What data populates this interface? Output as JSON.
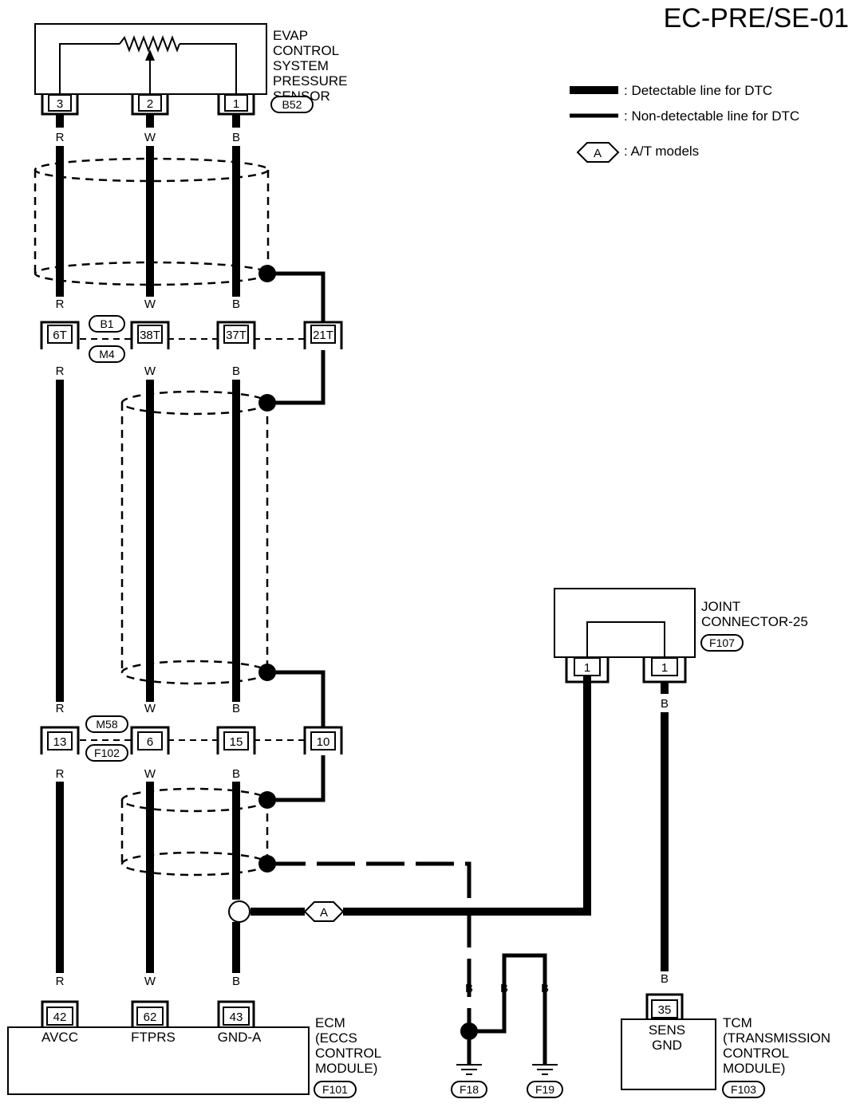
{
  "diagram_id": "EC-PRE/SE-01",
  "legend": {
    "detectable": ": Detectable line for DTC",
    "non_detectable": ": Non-detectable line for DTC",
    "at_symbol": "A",
    "at_models": ": A/T models"
  },
  "sensor": {
    "lines": [
      "EVAP",
      "CONTROL",
      "SYSTEM",
      "PRESSURE",
      "SENSOR"
    ],
    "connector": "B52",
    "pins": [
      "3",
      "2",
      "1"
    ]
  },
  "wire_colors": {
    "left": "R",
    "middle": "W",
    "right": "B"
  },
  "junction1": {
    "pins": [
      "6T",
      "38T",
      "37T",
      "21T"
    ],
    "connectors": [
      "B1",
      "M4"
    ]
  },
  "junction2": {
    "pins": [
      "13",
      "6",
      "15",
      "10"
    ],
    "connectors": [
      "M58",
      "F102"
    ]
  },
  "joint": {
    "lines": [
      "JOINT",
      "CONNECTOR-25"
    ],
    "connector": "F107",
    "pins": [
      "1",
      "1"
    ],
    "wire": "B"
  },
  "ecm": {
    "lines": [
      "ECM",
      "(ECCS",
      "CONTROL",
      "MODULE)"
    ],
    "connector": "F101",
    "pins": [
      "42",
      "62",
      "43"
    ],
    "terminals": [
      "AVCC",
      "FTPRS",
      "GND-A"
    ]
  },
  "tcm": {
    "lines": [
      "TCM",
      "(TRANSMISSION",
      "CONTROL",
      "MODULE)"
    ],
    "connector": "F103",
    "pin": "35",
    "terminal": [
      "SENS",
      "GND"
    ]
  },
  "grounds": {
    "wire": "B",
    "f18": "F18",
    "f19": "F19"
  }
}
